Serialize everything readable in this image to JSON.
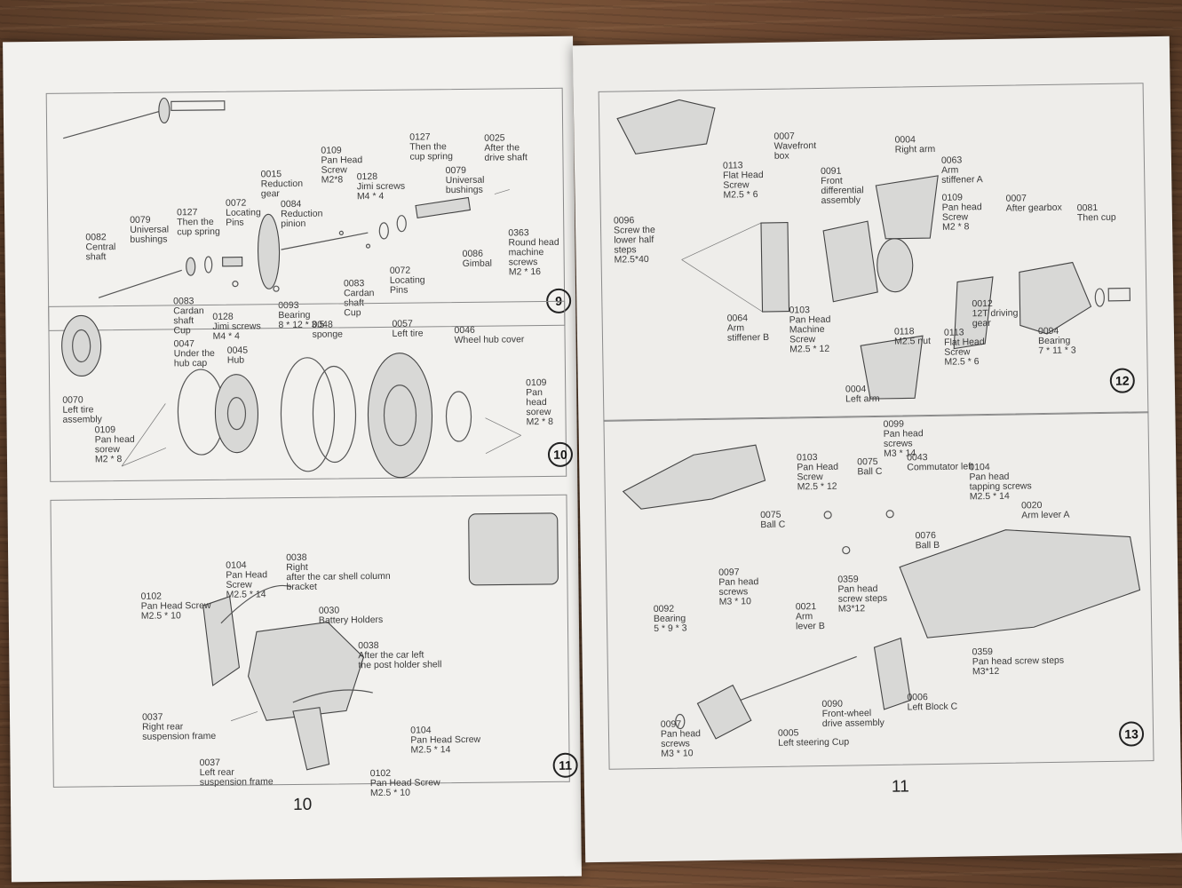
{
  "pages": [
    {
      "number": "10",
      "steps": [
        {
          "number": "9",
          "labels": [
            "0082\nCentral\nshaft",
            "0079\nUniversal\nbushings",
            "0127\nThen the\ncup spring",
            "0072\nLocating\nPins",
            "0015\nReduction\ngear",
            "0084\nReduction\npinion",
            "0109\nPan Head\nScrew\nM2*8",
            "0128\nJimi screws\nM4 * 4",
            "0127\nThen the\ncup spring",
            "0079\nUniversal\nbushings",
            "0025\nAfter the\ndrive shaft",
            "0363\nRound head\nmachine\nscrews\nM2 * 16",
            "0086\nGimbal",
            "0072\nLocating\nPins",
            "0083\nCardan\nshaft\nCup",
            "0093\nBearing\n8 * 12 * 3.5",
            "0128\nJimi screws\nM4 * 4",
            "0083\nCardan\nshaft\nCup"
          ]
        },
        {
          "number": "10",
          "labels": [
            "0070\nLeft tire\nassembly",
            "0047\nUnder the\nhub cap",
            "0045\nHub",
            "0048\nsponge",
            "0057\nLeft tire",
            "0046\nWheel hub cover",
            "0109\nPan head\nsorew\nM2 * 8",
            "0109\nPan head\nsorew\nM2 * 8"
          ]
        },
        {
          "number": "11",
          "labels": [
            "0102\nPan Head Screw\nM2.5 * 10",
            "0104\nPan Head\nScrew\nM2.5 * 14",
            "0038\nRight\nafter the car shell column\nbracket",
            "0030\nBattery Holders",
            "0038\nAfter the car left\nthe post holder shell",
            "0037\nRight rear\nsuspension frame",
            "0104\nPan Head Screw\nM2.5 * 14",
            "0037\nLeft rear\nsuspension frame",
            "0102\nPan Head Screw\nM2.5 * 10"
          ]
        }
      ]
    },
    {
      "number": "11",
      "steps": [
        {
          "number": "12",
          "labels": [
            "0007\nWavefront\nbox",
            "0004\nRight arm",
            "0113\nFlat Head\nScrew\nM2.5 * 6",
            "0091\nFront\ndifferential\nassembly",
            "0063\nArm\nstiffener A",
            "0109\nPan head\nScrew\nM2 * 8",
            "0007\nAfter gearbox",
            "0081\nThen cup",
            "0096\nScrew the\nlower half\nsteps\nM2.5*40",
            "0064\nArm\nstiffener B",
            "0103\nPan Head\nMachine\nScrew\nM2.5 * 12",
            "0012\n12T driving\ngear",
            "0118\nM2.5 nut",
            "0113\nFlat Head\nScrew\nM2.5 * 6",
            "0094\nBearing\n7 * 11 * 3",
            "0004\nLeft arm"
          ]
        },
        {
          "number": "13",
          "labels": [
            "0099\nPan head\nscrews\nM3 * 14",
            "0103\nPan Head\nScrew\nM2.5 * 12",
            "0075\nBall C",
            "0043\nCommutator left",
            "0104\nPan head\ntapping screws\nM2.5 * 14",
            "0020\nArm lever A",
            "0075\nBall C",
            "0076\nBall B",
            "0097\nPan head\nscrews\nM3 * 10",
            "0359\nPan head\nscrew steps\nM3*12",
            "0092\nBearing\n5 * 9 * 3",
            "0021\nArm\nlever B",
            "0359\nPan head screw steps\nM3*12",
            "0006\nLeft Block C",
            "0090\nFront-wheel\ndrive assembly",
            "0097\nPan head\nscrews\nM3 * 10",
            "0005\nLeft steering Cup"
          ]
        }
      ]
    }
  ]
}
